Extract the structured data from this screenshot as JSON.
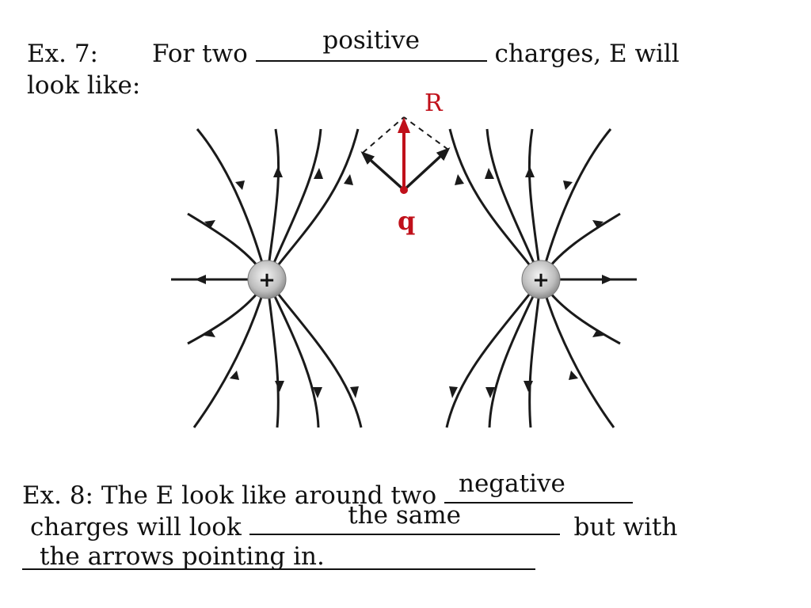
{
  "ex7": {
    "prefix": "Ex. 7:",
    "text_before": "For two",
    "blank_answer": "positive",
    "text_after": "charges, E will",
    "line2": "look like:"
  },
  "diagram": {
    "resultant_label": "R",
    "test_charge_label": "q",
    "left_charge_sign": "+",
    "right_charge_sign": "+",
    "accent_color": "#c0101a",
    "line_color": "#1a1a1a"
  },
  "ex8": {
    "text_before": "Ex. 8:  The E look like around two",
    "blank1_answer": "negative",
    "line2_before": "charges will look",
    "blank2_answer": "the same",
    "line2_after": "but with",
    "blank3_answer": "the arrows pointing in."
  }
}
